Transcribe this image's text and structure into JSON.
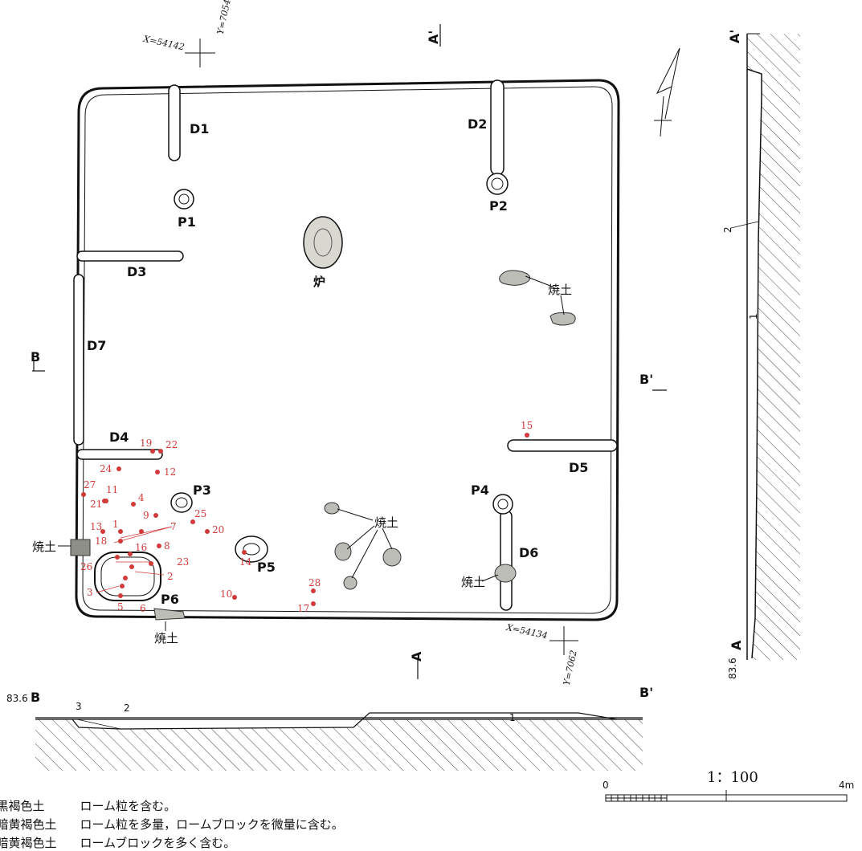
{
  "features": {
    "ditches": [
      "D1",
      "D2",
      "D3",
      "D4",
      "D5",
      "D6",
      "D7"
    ],
    "pits": [
      "P1",
      "P2",
      "P3",
      "P4",
      "P5",
      "P6"
    ],
    "hearth": "炉",
    "burnt_soil": "焼土"
  },
  "section_marks": {
    "A": "A",
    "A_prime": "A'",
    "B": "B",
    "B_prime": "B'"
  },
  "coordinates": {
    "nw_x": "X=54142",
    "nw_y": "Y=7054",
    "se_x": "X=54134",
    "se_y": "Y=7062"
  },
  "artifact_numbers": [
    "1",
    "2",
    "3",
    "4",
    "5",
    "6",
    "7",
    "8",
    "9",
    "10",
    "11",
    "12",
    "13",
    "14",
    "15",
    "16",
    "17",
    "18",
    "19",
    "20",
    "21",
    "22",
    "23",
    "24",
    "25",
    "26",
    "27",
    "28"
  ],
  "section_elevation": "83.6",
  "section_layers": [
    "1",
    "2",
    "3"
  ],
  "scale": {
    "ratio": "1：100",
    "start": "0",
    "end": "4m"
  },
  "legend": [
    {
      "name": "黒褐色土",
      "desc": "ローム粒を含む。"
    },
    {
      "name": "暗黄褐色土",
      "desc": "ローム粒を多量，ロームブロックを微量に含む。"
    },
    {
      "name": "暗黄褐色土",
      "desc": "ロームブロックを多く含む。"
    }
  ]
}
